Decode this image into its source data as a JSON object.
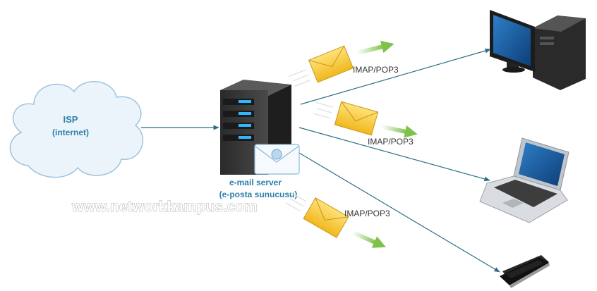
{
  "isp": {
    "line1": "ISP",
    "line2": "(internet)"
  },
  "server": {
    "line1": "e-mail server",
    "line2": "(e-posta sunucusu)"
  },
  "protocols": {
    "to_desktop": "IMAP/POP3",
    "to_laptop": "IMAP/POP3",
    "to_phone": "IMAP/POP3"
  },
  "watermark": "www.networkkampus.com",
  "colors": {
    "line": "#2e6f86",
    "label_blue": "#2a7fa9",
    "arrow_green": "#7ec24a",
    "envelope": "#f3c534",
    "cloud_fill": "#ecf4fb",
    "cloud_stroke": "#9fc3de"
  },
  "icons": [
    "cloud-icon",
    "server-icon",
    "mail-badge-icon",
    "envelope-icon",
    "green-arrow-icon",
    "desktop-icon",
    "laptop-icon",
    "smartphone-icon"
  ]
}
